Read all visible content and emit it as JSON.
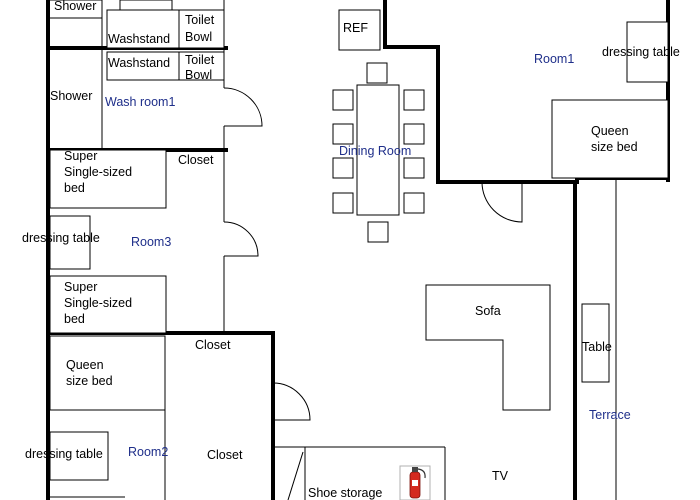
{
  "rooms": {
    "room1": "Room1",
    "room2": "Room2",
    "room3": "Room3",
    "washroom1": "Wash room1",
    "dining": "Dining Room",
    "terrace": "Terrace"
  },
  "labels": {
    "shower_top": "Shower",
    "shower_mid": "Shower",
    "washstand_1": "Washstand",
    "washstand_2": "Washstand",
    "toilet_1_a": "Toilet",
    "toilet_1_b": "Bowl",
    "toilet_2_a": "Toilet",
    "toilet_2_b": "Bowl",
    "ref": "REF",
    "dressing_room1": "dressing table",
    "queen_room1_a": "Queen",
    "queen_room1_b": "size bed",
    "closet_room3": "Closet",
    "super1_a": "Super",
    "super1_b": "Single-sized",
    "super1_c": "bed",
    "dressing_room3": "dressing table",
    "super2_a": "Super",
    "super2_b": "Single-sized",
    "super2_c": "bed",
    "sofa": "Sofa",
    "table": "Table",
    "closet_room2_top": "Closet",
    "queen_room2_a": "Queen",
    "queen_room2_b": "size bed",
    "dressing_room2": "dressing table",
    "closet_room2": "Closet",
    "tv": "TV",
    "shoe_storage": "Shoe storage"
  },
  "icons": {
    "fire_extinguisher": "fire-extinguisher-icon",
    "extinguisher_color": "#d42a1f"
  }
}
